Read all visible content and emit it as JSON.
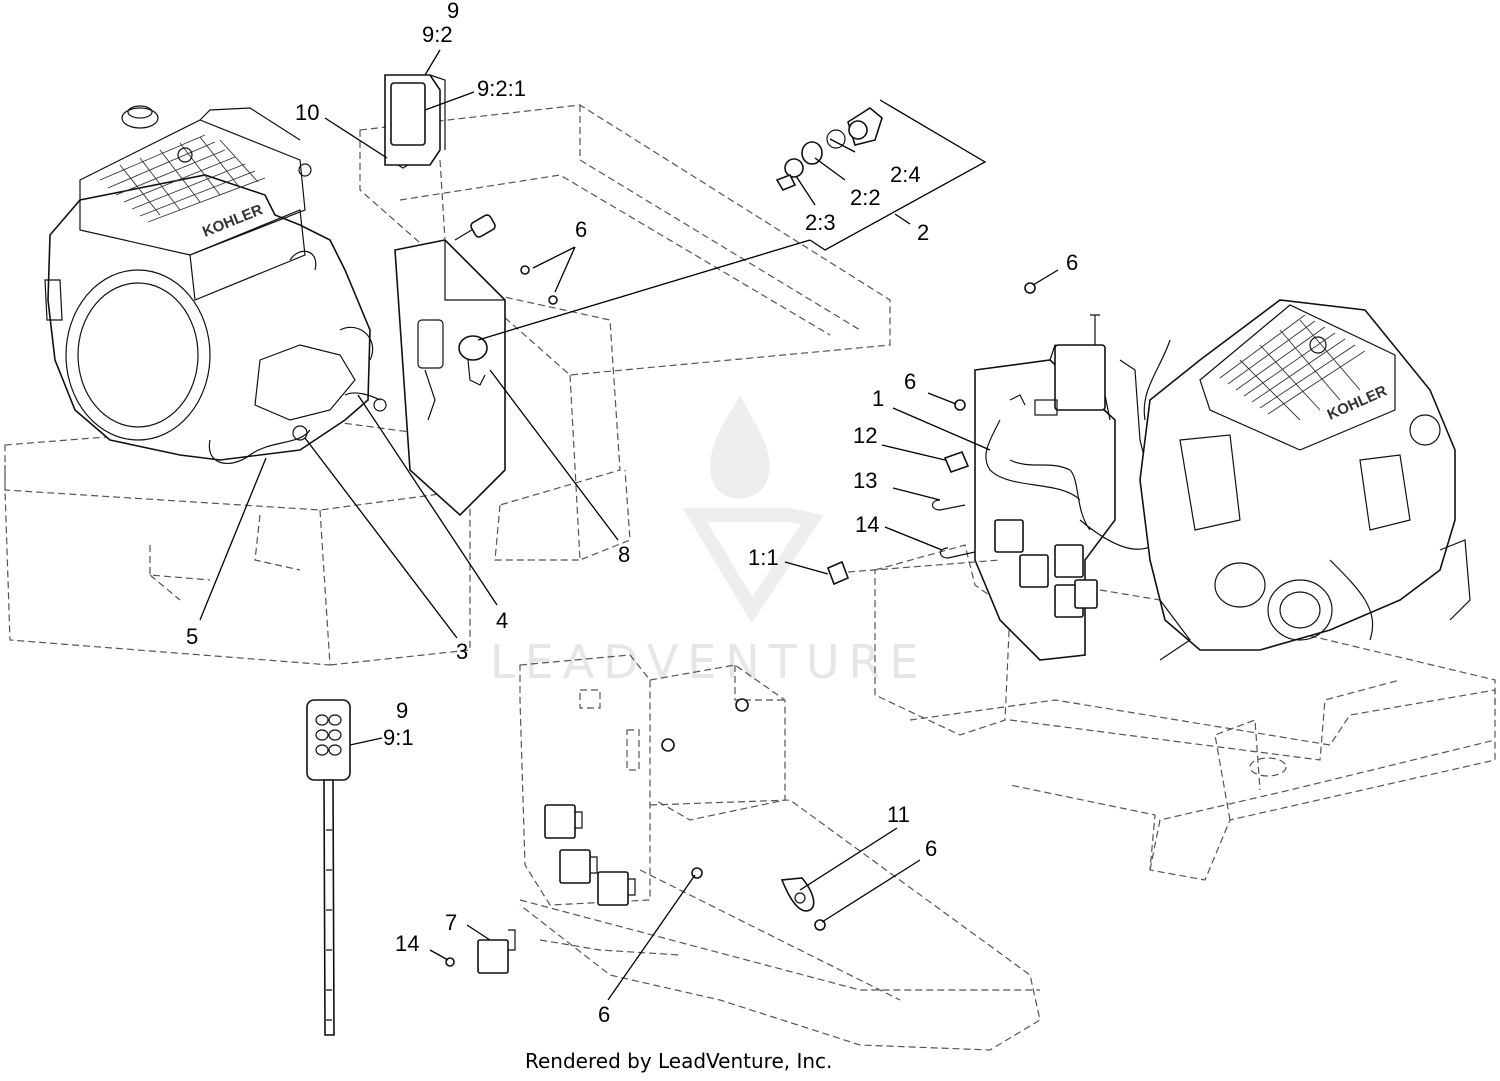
{
  "callouts": {
    "c9_top": "9",
    "c9_2": "9:2",
    "c9_2_1": "9:2:1",
    "c10": "10",
    "c2_4": "2:4",
    "c2_2": "2:2",
    "c2_3": "2:3",
    "c2": "2",
    "c6_a": "6",
    "c6_b": "6",
    "c6_c": "6",
    "c6_d": "6",
    "c6_e": "6",
    "c1": "1",
    "c12": "12",
    "c13": "13",
    "c14_a": "14",
    "c14_b": "14",
    "c1_1": "1:1",
    "c8": "8",
    "c5": "5",
    "c3": "3",
    "c4": "4",
    "c9_bottom": "9",
    "c9_1": "9:1",
    "c11": "11",
    "c7": "7"
  },
  "engine_brand_left": "KOHLER",
  "engine_brand_right": "KOHLER",
  "watermark": "LEADVENTURE",
  "footer": "Rendered by LeadVenture, Inc.",
  "colors": {
    "line": "#111111",
    "dashed_frame": "#555555",
    "watermark": "#e6e6e6"
  }
}
